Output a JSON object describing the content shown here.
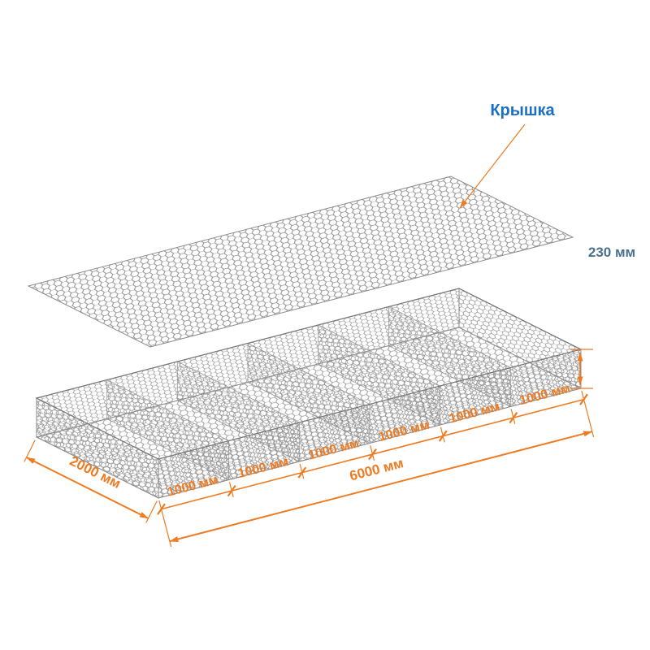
{
  "diagram": {
    "lid_label": "Крышка",
    "height_label": "230 мм",
    "width_label": "2000 мм",
    "length_label": "6000 мм",
    "cells": [
      "1000 мм",
      "1000 мм",
      "1000 мм",
      "1000 мм",
      "1000 мм",
      "1000 мм"
    ],
    "colors": {
      "dimension": "#ee7b22",
      "lid_label": "#1b6fc2",
      "height_label": "#4a708c",
      "mesh": "#8a8a8a"
    }
  }
}
